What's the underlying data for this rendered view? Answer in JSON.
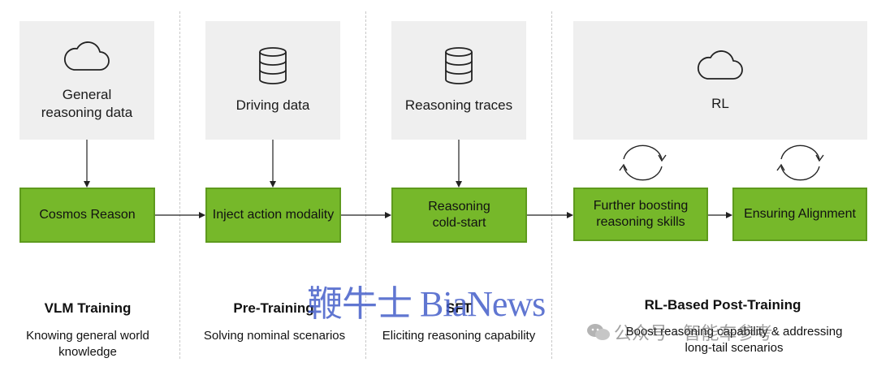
{
  "sources": [
    {
      "text_line1": "General",
      "text_line2": "reasoning data",
      "icon": "cloud-icon"
    },
    {
      "text_line1": "Driving data",
      "text_line2": "",
      "icon": "database-icon"
    },
    {
      "text_line1": "Reasoning traces",
      "text_line2": "",
      "icon": "database-icon"
    },
    {
      "text_line1": "RL",
      "text_line2": "",
      "icon": "cloud-icon"
    }
  ],
  "steps": [
    {
      "line1": "Cosmos Reason",
      "line2": ""
    },
    {
      "line1": "Inject action modality",
      "line2": ""
    },
    {
      "line1": "Reasoning",
      "line2": "cold-start"
    },
    {
      "line1": "Further boosting",
      "line2": "reasoning skills"
    },
    {
      "line1": "Ensuring Alignment",
      "line2": ""
    }
  ],
  "stages": [
    {
      "title": "VLM Training",
      "desc_line1": "Knowing general world",
      "desc_line2": "knowledge"
    },
    {
      "title": "Pre-Training",
      "desc_line1": "Solving nominal scenarios",
      "desc_line2": ""
    },
    {
      "title": "SFT",
      "desc_line1": "Eliciting reasoning capability",
      "desc_line2": ""
    },
    {
      "title": "RL-Based Post-Training",
      "desc_line1": "Boost reasoning capability & addressing",
      "desc_line2": "long-tail scenarios"
    }
  ],
  "watermark": {
    "text": "鞭牛士 BiaNews",
    "wechat_text": "公众号 · 智能车参考"
  },
  "colors": {
    "green": "#76b82a",
    "source_bg": "#efefef",
    "watermark": "#3e58c8"
  }
}
